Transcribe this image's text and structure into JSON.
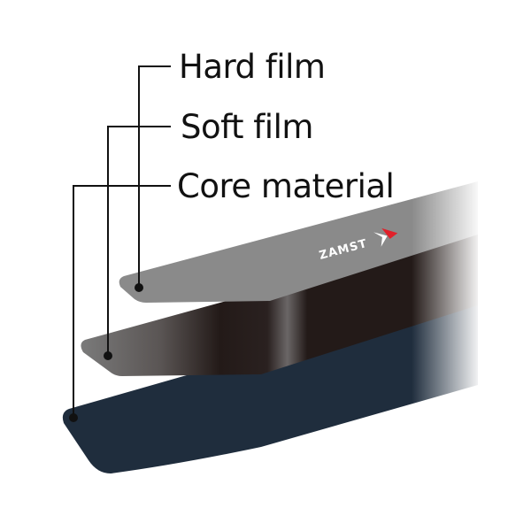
{
  "labels": {
    "hard_film": "Hard film",
    "soft_film": "Soft film",
    "core_material": "Core material"
  },
  "logo": {
    "text": "ZAMST"
  },
  "colors": {
    "hard_film": "#8a8a8a",
    "soft_film": "#231a18",
    "core_material": "#1f2d3d",
    "logo_accent": "#e0202a",
    "leader_line": "#111111"
  }
}
